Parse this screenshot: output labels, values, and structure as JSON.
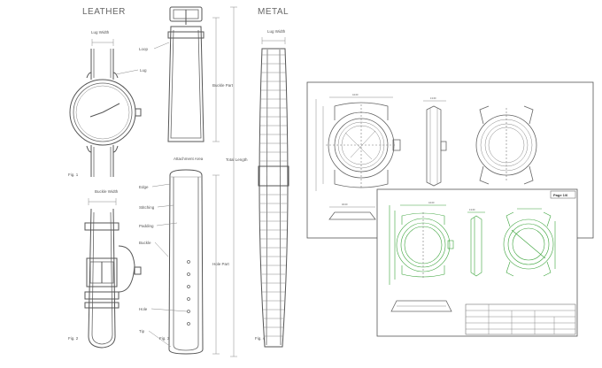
{
  "sections": {
    "leather": "LEATHER",
    "metal": "METAL"
  },
  "labels": {
    "lug_width": "Lug Width",
    "lug_width_metal": "Lug Width",
    "lug": "Lug",
    "loop": "Loop",
    "buckle_part": "Buckle Part",
    "attachment_area": "Attachment Area",
    "total_length": "Total Length",
    "buckle_width": "Buckle Width",
    "edge": "Edge",
    "stitching": "Stitching",
    "padding": "Padding",
    "buckle": "Buckle",
    "hole_part": "Hole Part",
    "hole": "Hole",
    "tip": "Tip"
  },
  "figs": {
    "fig1": "Fig. 1",
    "fig2": "Fig. 2",
    "fig3": "Fig. 3",
    "fig4": "Fig. 4"
  },
  "drawing": {
    "page": "Page 1/6"
  }
}
